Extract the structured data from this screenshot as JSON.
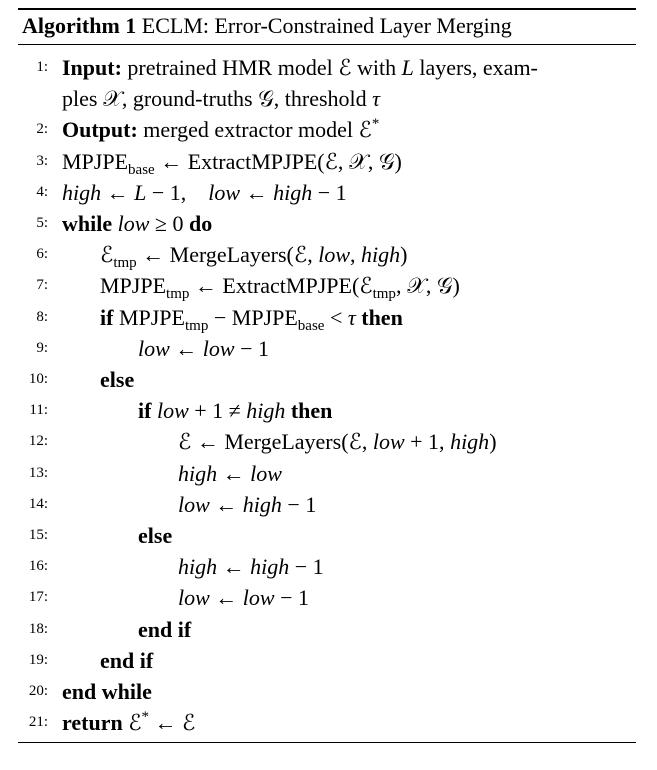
{
  "algorithm": {
    "label": "Algorithm 1",
    "title": " ECLM: Error-Constrained Layer Merging",
    "lines": [
      {
        "num": "1:",
        "indent": 0,
        "segs": [
          [
            "b",
            "Input:"
          ],
          [
            "r",
            " pretrained HMR model ℰ with "
          ],
          [
            "i",
            "L"
          ],
          [
            "r",
            " layers, exam-"
          ]
        ]
      },
      {
        "num": "",
        "indent": 0,
        "segs": [
          [
            "r",
            "ples 𝒳, ground-truths 𝒢, threshold "
          ],
          [
            "i",
            "τ"
          ]
        ]
      },
      {
        "num": "2:",
        "indent": 0,
        "segs": [
          [
            "b",
            "Output:"
          ],
          [
            "r",
            " merged extractor model ℰ"
          ],
          [
            "sup",
            "*"
          ]
        ]
      },
      {
        "num": "3:",
        "indent": 0,
        "segs": [
          [
            "r",
            "MPJPE"
          ],
          [
            "sub",
            "base"
          ],
          [
            "r",
            " ← ExtractMPJPE(ℰ, 𝒳, 𝒢)"
          ]
        ]
      },
      {
        "num": "4:",
        "indent": 0,
        "segs": [
          [
            "i",
            "high"
          ],
          [
            "r",
            " ← "
          ],
          [
            "i",
            "L"
          ],
          [
            "r",
            " − 1,    "
          ],
          [
            "i",
            "low"
          ],
          [
            "r",
            " ← "
          ],
          [
            "i",
            "high"
          ],
          [
            "r",
            " − 1"
          ]
        ]
      },
      {
        "num": "5:",
        "indent": 0,
        "segs": [
          [
            "b",
            "while "
          ],
          [
            "i",
            "low"
          ],
          [
            "r",
            " ≥ 0 "
          ],
          [
            "b",
            "do"
          ]
        ]
      },
      {
        "num": "6:",
        "indent": 1,
        "segs": [
          [
            "r",
            "ℰ"
          ],
          [
            "sub",
            "tmp"
          ],
          [
            "r",
            " ← MergeLayers(ℰ, "
          ],
          [
            "i",
            "low"
          ],
          [
            "r",
            ", "
          ],
          [
            "i",
            "high"
          ],
          [
            "r",
            ")"
          ]
        ]
      },
      {
        "num": "7:",
        "indent": 1,
        "segs": [
          [
            "r",
            "MPJPE"
          ],
          [
            "sub",
            "tmp"
          ],
          [
            "r",
            " ← ExtractMPJPE(ℰ"
          ],
          [
            "sub",
            "tmp"
          ],
          [
            "r",
            ", 𝒳, 𝒢)"
          ]
        ]
      },
      {
        "num": "8:",
        "indent": 1,
        "segs": [
          [
            "b",
            "if "
          ],
          [
            "r",
            "MPJPE"
          ],
          [
            "sub",
            "tmp"
          ],
          [
            "r",
            " − MPJPE"
          ],
          [
            "sub",
            "base"
          ],
          [
            "r",
            " < "
          ],
          [
            "i",
            "τ"
          ],
          [
            "b",
            " then"
          ]
        ]
      },
      {
        "num": "9:",
        "indent": 2,
        "segs": [
          [
            "i",
            "low"
          ],
          [
            "r",
            " ← "
          ],
          [
            "i",
            "low"
          ],
          [
            "r",
            " − 1"
          ]
        ]
      },
      {
        "num": "10:",
        "indent": 1,
        "segs": [
          [
            "b",
            "else"
          ]
        ]
      },
      {
        "num": "11:",
        "indent": 2,
        "segs": [
          [
            "b",
            "if "
          ],
          [
            "i",
            "low"
          ],
          [
            "r",
            " + 1 ≠ "
          ],
          [
            "i",
            "high"
          ],
          [
            "b",
            " then"
          ]
        ]
      },
      {
        "num": "12:",
        "indent": 3,
        "segs": [
          [
            "r",
            "ℰ ← MergeLayers(ℰ, "
          ],
          [
            "i",
            "low"
          ],
          [
            "r",
            " + 1, "
          ],
          [
            "i",
            "high"
          ],
          [
            "r",
            ")"
          ]
        ]
      },
      {
        "num": "13:",
        "indent": 3,
        "segs": [
          [
            "i",
            "high"
          ],
          [
            "r",
            " ← "
          ],
          [
            "i",
            "low"
          ]
        ]
      },
      {
        "num": "14:",
        "indent": 3,
        "segs": [
          [
            "i",
            "low"
          ],
          [
            "r",
            " ← "
          ],
          [
            "i",
            "high"
          ],
          [
            "r",
            " − 1"
          ]
        ]
      },
      {
        "num": "15:",
        "indent": 2,
        "segs": [
          [
            "b",
            "else"
          ]
        ]
      },
      {
        "num": "16:",
        "indent": 3,
        "segs": [
          [
            "i",
            "high"
          ],
          [
            "r",
            " ← "
          ],
          [
            "i",
            "high"
          ],
          [
            "r",
            " − 1"
          ]
        ]
      },
      {
        "num": "17:",
        "indent": 3,
        "segs": [
          [
            "i",
            "low"
          ],
          [
            "r",
            " ← "
          ],
          [
            "i",
            "low"
          ],
          [
            "r",
            " − 1"
          ]
        ]
      },
      {
        "num": "18:",
        "indent": 2,
        "segs": [
          [
            "b",
            "end if"
          ]
        ]
      },
      {
        "num": "19:",
        "indent": 1,
        "segs": [
          [
            "b",
            "end if"
          ]
        ]
      },
      {
        "num": "20:",
        "indent": 0,
        "segs": [
          [
            "b",
            "end while"
          ]
        ]
      },
      {
        "num": "21:",
        "indent": 0,
        "segs": [
          [
            "b",
            "return "
          ],
          [
            "r",
            "ℰ"
          ],
          [
            "sup",
            "*"
          ],
          [
            "r",
            " ← ℰ"
          ]
        ]
      }
    ]
  }
}
